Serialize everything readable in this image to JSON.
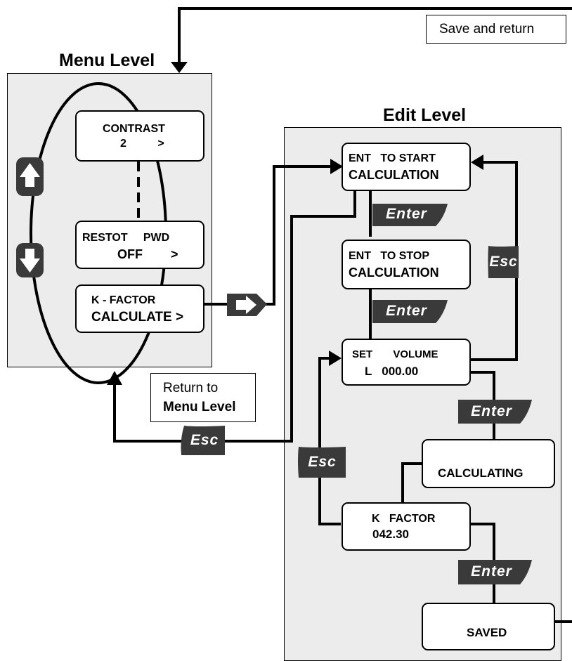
{
  "headings": {
    "menu_level": "Menu Level",
    "edit_level": "Edit Level"
  },
  "notes": {
    "save_and_return": "Save and return",
    "return_to_line1": "Return to",
    "return_to_line2": "Menu Level"
  },
  "menu_items": {
    "contrast": {
      "line1": "CONTRAST",
      "line2": "2          >"
    },
    "restot_pwd": {
      "line1": "RESTOT     PWD",
      "line2": "OFF        >"
    },
    "k_factor": {
      "line1": "K - FACTOR",
      "line2": "CALCULATE >"
    }
  },
  "edit_items": {
    "ent_start": {
      "line1": "ENT   TO START",
      "line2": "CALCULATION"
    },
    "ent_stop": {
      "line1": "ENT   TO STOP",
      "line2": "CALCULATION"
    },
    "set_volume": {
      "line1": "SET       VOLUME",
      "line2": "L   000.00"
    },
    "calculating": {
      "line1": "CALCULATING"
    },
    "k_factor_result": {
      "line1": "K   FACTOR",
      "line2": "042.30"
    },
    "saved": {
      "line1": "SAVED"
    }
  },
  "keys": {
    "enter": "Enter",
    "esc": "Esc"
  },
  "icons": {
    "up": "arrow-up-key-icon",
    "down": "arrow-down-key-icon",
    "right": "arrow-right-key-icon"
  },
  "colors": {
    "panel": "#ececec",
    "key": "#3a3a3a",
    "line": "#000000"
  }
}
